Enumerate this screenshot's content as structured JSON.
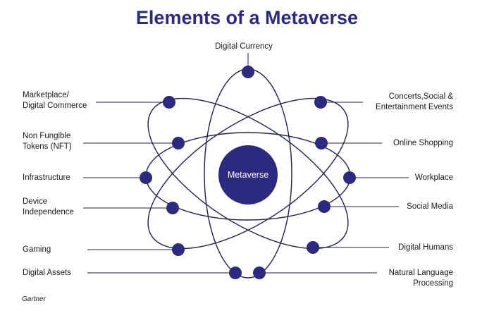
{
  "title": "Elements of a Metaverse",
  "center_label": "Metaverse",
  "source": "Gartner",
  "colors": {
    "accent": "#2b2a7e",
    "line": "#1f1f4d",
    "text": "#1a1a1a"
  },
  "elements": {
    "digital_currency": [
      "Digital Currency"
    ],
    "marketplace": [
      "Marketplace/",
      "Digital Commerce"
    ],
    "nft": [
      "Non Fungible",
      "Tokens (NFT)"
    ],
    "infrastructure": [
      "Infrastructure"
    ],
    "device_independence": [
      "Device",
      "Independence"
    ],
    "gaming": [
      "Gaming"
    ],
    "digital_assets": [
      "Digital Assets"
    ],
    "concerts": [
      "Concerts,Social &",
      "Entertainment Events"
    ],
    "online_shopping": [
      "Online Shopping"
    ],
    "workplace": [
      "Workplace"
    ],
    "social_media": [
      "Social Media"
    ],
    "digital_humans": [
      "Digital Humans"
    ],
    "nlp": [
      "Natural Language",
      "Processing"
    ]
  }
}
